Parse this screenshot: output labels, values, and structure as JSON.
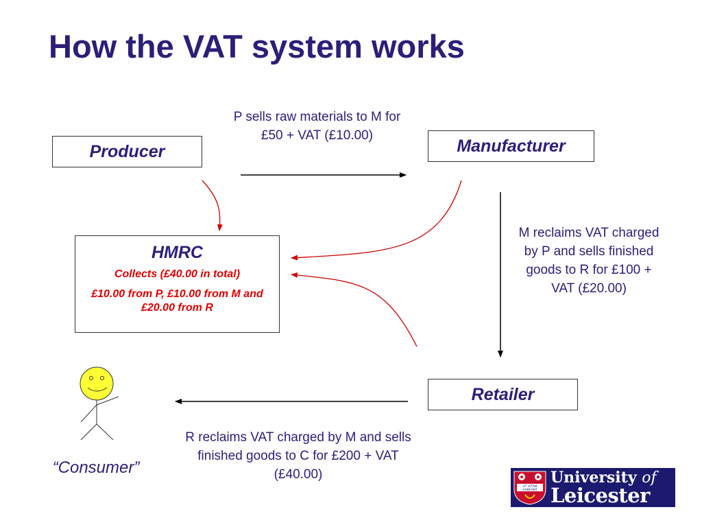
{
  "title": "How the VAT system works",
  "nodes": {
    "producer": "Producer",
    "manufacturer": "Manufacturer",
    "retailer": "Retailer",
    "hmrc": {
      "label": "HMRC",
      "collects": "Collects (£40.00 in total)",
      "breakdown": "£10.00 from P, £10.00 from M and £20.00 from R"
    },
    "consumer": "“Consumer”"
  },
  "notes": {
    "producer_to_manufacturer": "P sells raw materials to M for £50 + VAT (£10.00)",
    "manufacturer_to_retailer": "M reclaims VAT charged by P and sells finished goods to R for £100 + VAT (£20.00)",
    "retailer_to_consumer": "R reclaims VAT charged by M and sells finished goods to C for £200 + VAT (£40.00)"
  },
  "logo": {
    "line1": "University",
    "line1_of": "of",
    "line2": "Leicester",
    "crest_text": "UT VITAM HABEANT"
  },
  "colors": {
    "title": "#2b1f78",
    "text": "#2b1f78",
    "highlight": "#e00000",
    "arrow_black": "#000000",
    "arrow_red": "#cc0000",
    "face": "#ffff33",
    "logo_bg": "#1c1a6e"
  }
}
